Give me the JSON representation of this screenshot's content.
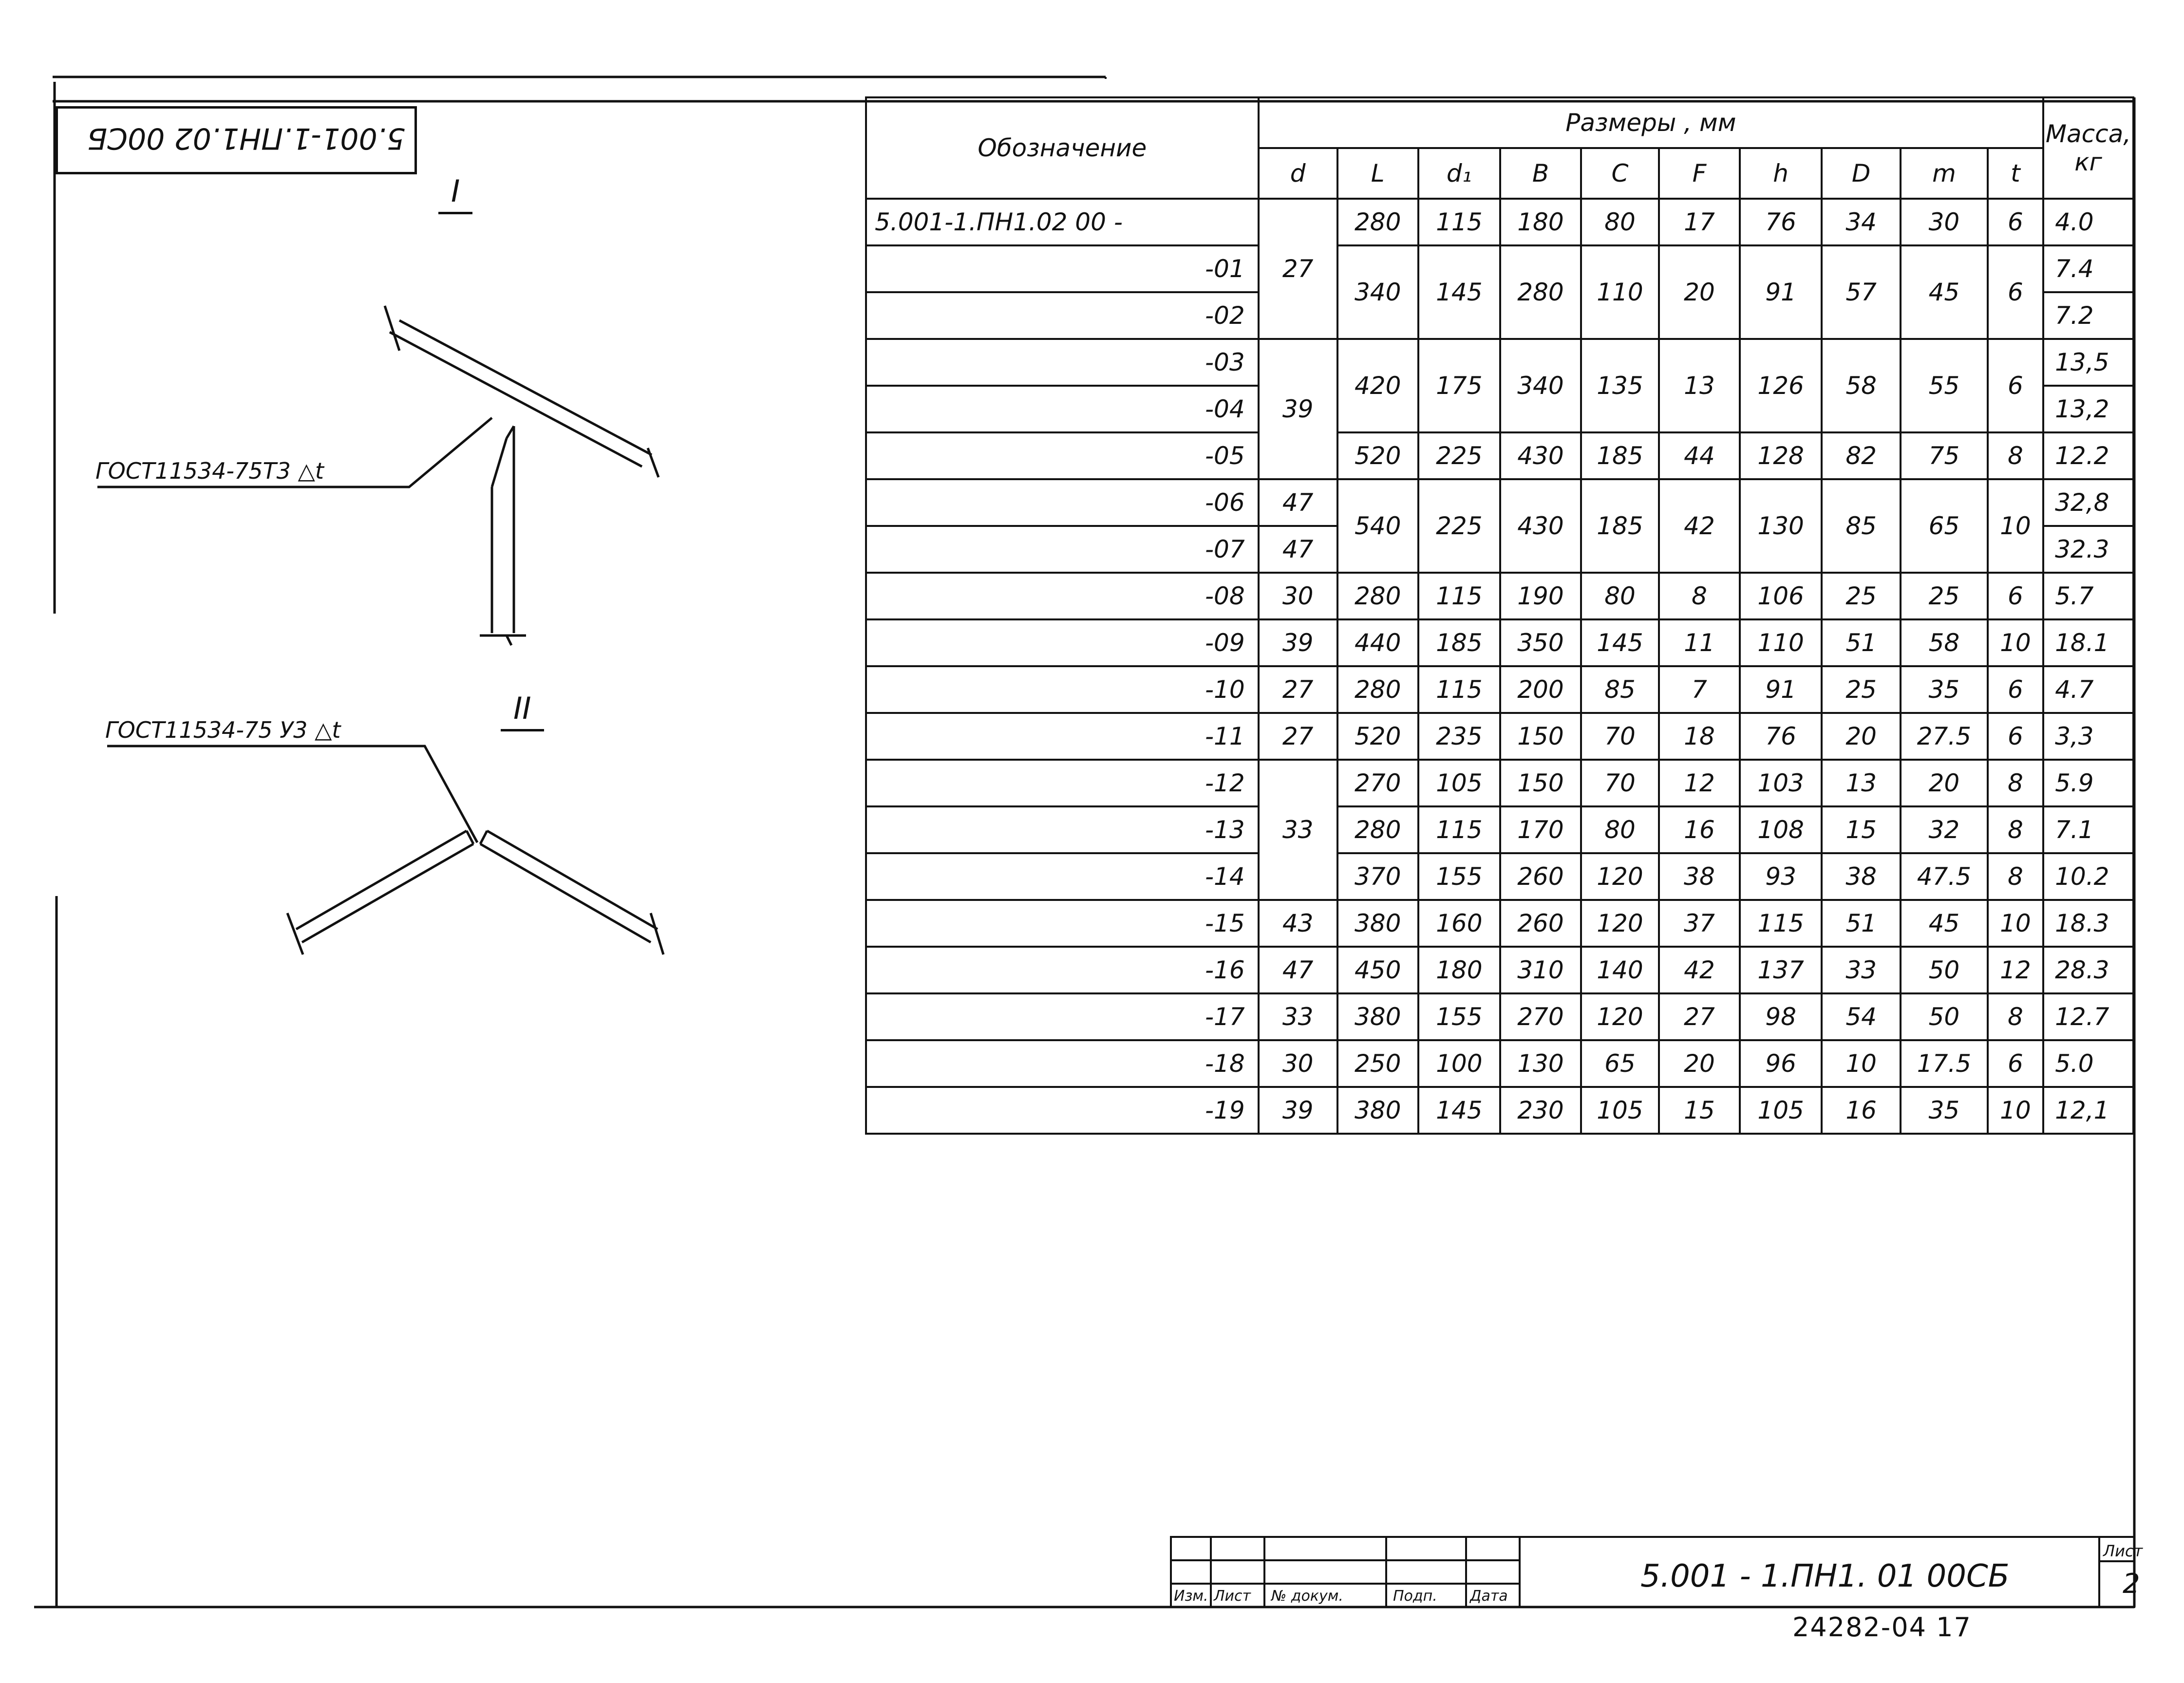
{
  "stamp": {
    "code_rotated": "5.001-1.ПН1.02 00СБ"
  },
  "views": {
    "view1": {
      "roman": "I",
      "weld_label": "ГОСТ11534-75Т3 △t"
    },
    "view2": {
      "roman": "II",
      "weld_label": "ГОСТ11534-75 У3 △t"
    }
  },
  "table": {
    "h_designation": "Обозначение",
    "h_dimensions": "Размеры , мм",
    "h_mass": "Масса, кг",
    "dim_columns": [
      "d",
      "L",
      "d₁",
      "B",
      "C",
      "F",
      "h",
      "D",
      "m",
      "t"
    ],
    "rows": [
      {
        "des": "5.001-1.ПН1.02 00 -",
        "d": "27",
        "L": "280",
        "d1": "115",
        "B": "180",
        "C": "80",
        "F": "17",
        "h": "76",
        "D": "34",
        "m": "30",
        "t": "6",
        "mass": "4.0"
      },
      {
        "des": "-01",
        "d": "",
        "L": "340",
        "d1": "145",
        "B": "280",
        "C": "110",
        "F": "20",
        "h": "91",
        "D": "57",
        "m": "45",
        "t": "6",
        "mass": "7.4"
      },
      {
        "des": "-02",
        "mass": "7.2"
      },
      {
        "des": "-03",
        "d": "39",
        "L": "420",
        "d1": "175",
        "B": "340",
        "C": "135",
        "F": "13",
        "h": "126",
        "D": "58",
        "m": "55",
        "t": "6",
        "mass": "13,5"
      },
      {
        "des": "-04",
        "mass": "13,2"
      },
      {
        "des": "-05",
        "L": "520",
        "d1": "225",
        "B": "430",
        "C": "185",
        "F": "44",
        "h": "128",
        "D": "82",
        "m": "75",
        "t": "8",
        "mass": "12.2"
      },
      {
        "des": "-06",
        "d": "47",
        "L": "540",
        "d1": "225",
        "B": "430",
        "C": "185",
        "F": "42",
        "h": "130",
        "D": "85",
        "m": "65",
        "t": "10",
        "mass": "32,8"
      },
      {
        "des": "-07",
        "d": "47",
        "mass": "32.3"
      },
      {
        "des": "-08",
        "d": "30",
        "L": "280",
        "d1": "115",
        "B": "190",
        "C": "80",
        "F": "8",
        "h": "106",
        "D": "25",
        "m": "25",
        "t": "6",
        "mass": "5.7"
      },
      {
        "des": "-09",
        "d": "39",
        "L": "440",
        "d1": "185",
        "B": "350",
        "C": "145",
        "F": "11",
        "h": "110",
        "D": "51",
        "m": "58",
        "t": "10",
        "mass": "18.1"
      },
      {
        "des": "-10",
        "d": "27",
        "L": "280",
        "d1": "115",
        "B": "200",
        "C": "85",
        "F": "7",
        "h": "91",
        "D": "25",
        "m": "35",
        "t": "6",
        "mass": "4.7"
      },
      {
        "des": "-11",
        "d": "27",
        "L": "520",
        "d1": "235",
        "B": "150",
        "C": "70",
        "F": "18",
        "h": "76",
        "D": "20",
        "m": "27.5",
        "t": "6",
        "mass": "3,3"
      },
      {
        "des": "-12",
        "d": "33",
        "L": "270",
        "d1": "105",
        "B": "150",
        "C": "70",
        "F": "12",
        "h": "103",
        "D": "13",
        "m": "20",
        "t": "8",
        "mass": "5.9"
      },
      {
        "des": "-13",
        "L": "280",
        "d1": "115",
        "B": "170",
        "C": "80",
        "F": "16",
        "h": "108",
        "D": "15",
        "m": "32",
        "t": "8",
        "mass": "7.1"
      },
      {
        "des": "-14",
        "L": "370",
        "d1": "155",
        "B": "260",
        "C": "120",
        "F": "38",
        "h": "93",
        "D": "38",
        "m": "47.5",
        "t": "8",
        "mass": "10.2"
      },
      {
        "des": "-15",
        "d": "43",
        "L": "380",
        "d1": "160",
        "B": "260",
        "C": "120",
        "F": "37",
        "h": "115",
        "D": "51",
        "m": "45",
        "t": "10",
        "mass": "18.3"
      },
      {
        "des": "-16",
        "d": "47",
        "L": "450",
        "d1": "180",
        "B": "310",
        "C": "140",
        "F": "42",
        "h": "137",
        "D": "33",
        "m": "50",
        "t": "12",
        "mass": "28.3"
      },
      {
        "des": "-17",
        "d": "33",
        "L": "380",
        "d1": "155",
        "B": "270",
        "C": "120",
        "F": "27",
        "h": "98",
        "D": "54",
        "m": "50",
        "t": "8",
        "mass": "12.7"
      },
      {
        "des": "-18",
        "d": "30",
        "L": "250",
        "d1": "100",
        "B": "130",
        "C": "65",
        "F": "20",
        "h": "96",
        "D": "10",
        "m": "17.5",
        "t": "6",
        "mass": "5.0"
      },
      {
        "des": "-19",
        "d": "39",
        "L": "380",
        "d1": "145",
        "B": "230",
        "C": "105",
        "F": "15",
        "h": "105",
        "D": "16",
        "m": "35",
        "t": "10",
        "mass": "12,1"
      }
    ]
  },
  "title_block": {
    "col_labels": [
      "Изм.",
      "Лист",
      "№ докум.",
      "Подп.",
      "Дата"
    ],
    "code": "5.001 - 1.ПН1. 01 00СБ",
    "sheet_label": "Лист",
    "sheet": "2"
  },
  "archive_number": "24282-04  17"
}
